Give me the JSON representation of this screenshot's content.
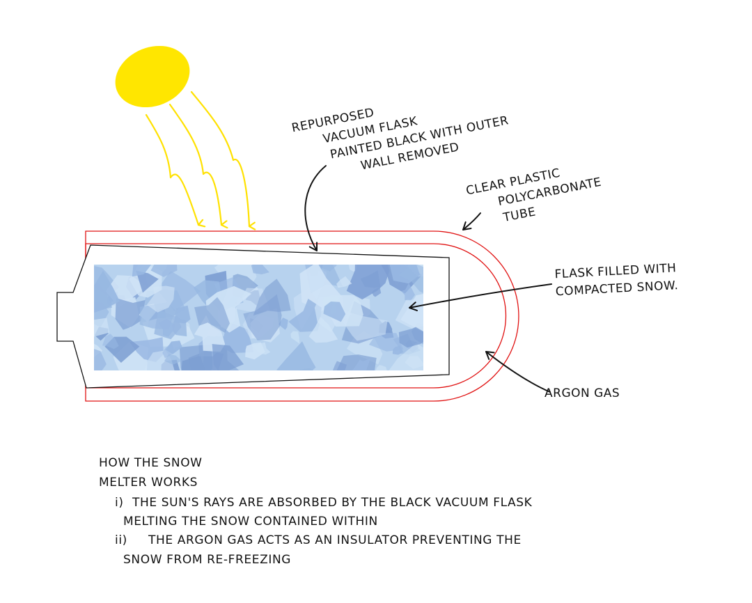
{
  "colors": {
    "sun": "#FFE600",
    "sun_rays": "#FFE100",
    "tube_outline": "#E01010",
    "flask_outline": "#111111",
    "snow_base": "#B7D2EE",
    "snow_light": "#CFE3F6",
    "snow_mid": "#98B8E2",
    "snow_dark": "#7E9FD3",
    "ink": "#111111"
  },
  "labels": {
    "flask": [
      "REPURPOSED",
      "VACUUM FLASK",
      "PAINTED BLACK WITH OUTER",
      "WALL REMOVED"
    ],
    "tube": [
      "CLEAR PLASTIC",
      "POLYCARBONATE",
      "TUBE"
    ],
    "snow": [
      "FLASK FILLED WITH",
      "COMPACTED SNOW."
    ],
    "gas": "ARGON GAS"
  },
  "explanation": {
    "heading": [
      "HOW THE SNOW",
      "MELTER WORKS"
    ],
    "steps": [
      {
        "marker": "i)",
        "lines": [
          "THE SUN'S RAYS ARE ABSORBED BY THE BLACK VACUUM FLASK",
          "MELTING THE SNOW CONTAINED WITHIN"
        ]
      },
      {
        "marker": "ii)",
        "lines": [
          "THE ARGON GAS ACTS AS AN INSULATOR PREVENTING THE",
          "SNOW FROM RE-FREEZING"
        ]
      }
    ]
  },
  "icons": {
    "sun": "sun-icon",
    "rays": "sun-ray-arrow-icon",
    "pointer": "pointer-arrow-icon"
  }
}
